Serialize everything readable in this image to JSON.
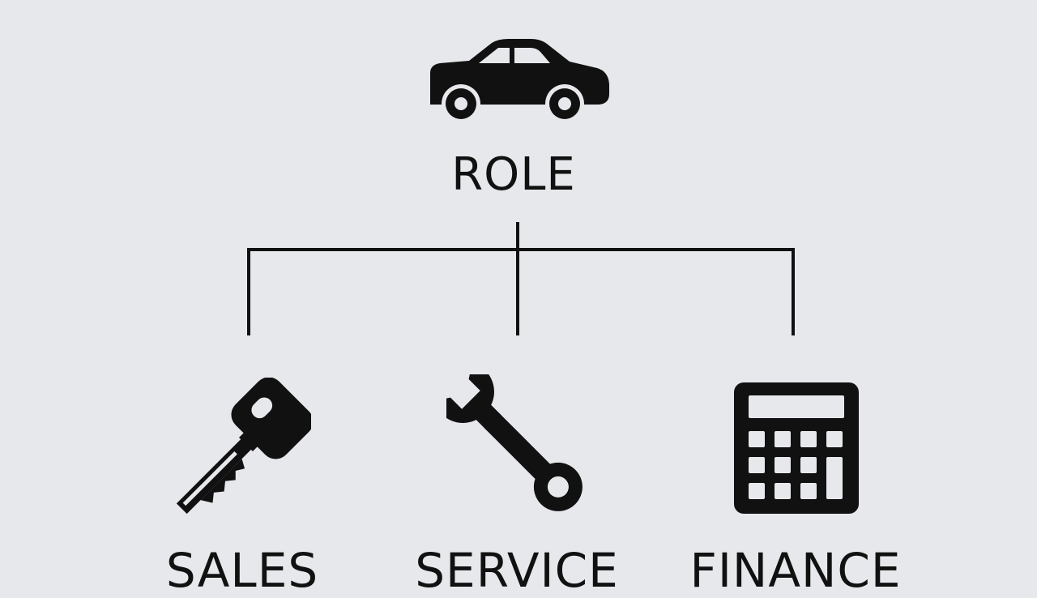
{
  "diagram": {
    "root": {
      "label": "ROLE",
      "icon": "car-icon"
    },
    "children": [
      {
        "label": "SALES",
        "icon": "key-icon"
      },
      {
        "label": "SERVICE",
        "icon": "wrench-icon"
      },
      {
        "label": "FINANCE",
        "icon": "calculator-icon"
      }
    ]
  },
  "colors": {
    "background": "#e6e8eb",
    "foreground": "#111111"
  }
}
